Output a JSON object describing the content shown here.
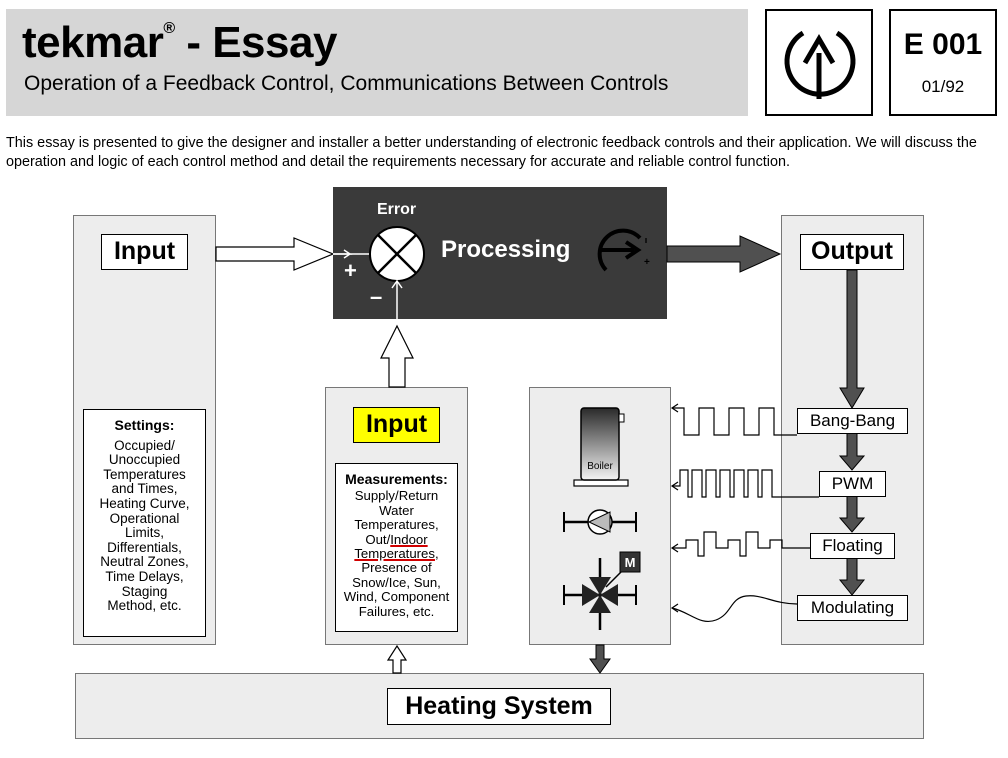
{
  "header": {
    "brand": "tekmar",
    "registered_mark": "®",
    "title_suffix": " - Essay",
    "subtitle": "Operation of a Feedback Control, Communications Between Controls",
    "essay_code": "E 001",
    "essay_date": "01/92"
  },
  "intro_text": "This essay is presented to give the designer and installer a better understanding of electronic feedback controls and their application. We will discuss the operation and logic of each control method and detail the requirements necessary for accurate and reliable control function.",
  "diagram": {
    "input_settings": {
      "label": "Input",
      "heading": "Settings:",
      "lines": [
        "Occupied/",
        "Unoccupied",
        "Temperatures",
        "and Times,",
        "Heating Curve,",
        "Operational",
        "Limits,",
        "Differentials,",
        "Neutral Zones,",
        "Time Delays,",
        "Staging",
        "Method, etc."
      ]
    },
    "processing": {
      "label": "Processing",
      "error_label": "Error",
      "plus": "+",
      "minus": "–"
    },
    "input_measurements": {
      "label": "Input",
      "label_color": "#ffff00",
      "heading": "Measurements:",
      "lines_before": [
        "Supply/Return",
        "Water",
        "Temperatures,"
      ],
      "line_out_prefix": "Out/",
      "line_out_underlined": "Indoor",
      "line_temp_underlined": "Temperatures",
      "line_temp_suffix": ",",
      "lines_after": [
        "Presence of",
        "Snow/Ice, Sun,",
        "Wind, Component",
        "Failures, etc."
      ]
    },
    "output": {
      "label": "Output",
      "methods": [
        "Bang-Bang",
        "PWM",
        "Floating",
        "Modulating"
      ]
    },
    "devices": {
      "boiler_label": "Boiler",
      "motor_label": "M"
    },
    "heating_system": {
      "label": "Heating System"
    }
  },
  "colors": {
    "header_bg": "#d6d6d6",
    "panel_bg": "#ededed",
    "processing_bg": "#3a3a3a",
    "arrow_dark": "#505050",
    "highlight_yellow": "#ffff00",
    "underline_red": "#d00000"
  }
}
